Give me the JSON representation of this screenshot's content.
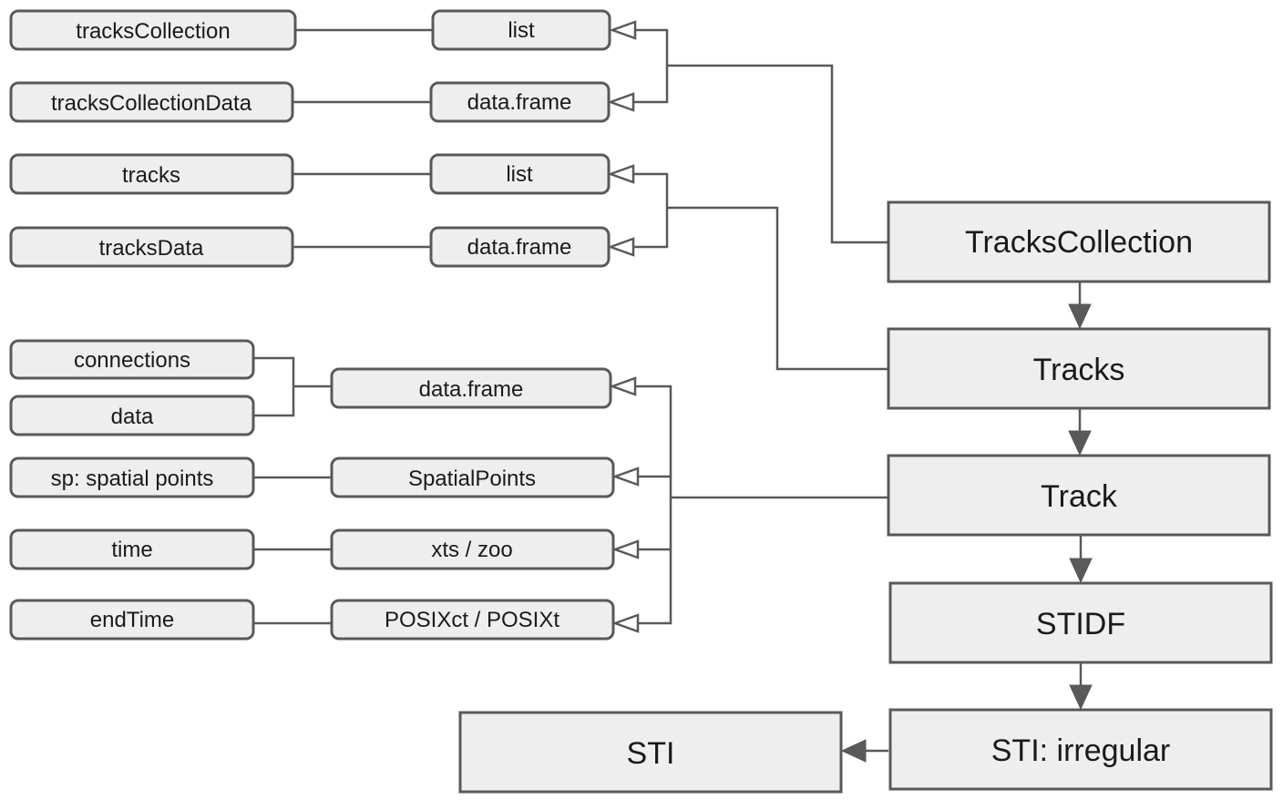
{
  "slots": {
    "tracksCollection": "tracksCollection",
    "tracksCollectionData": "tracksCollectionData",
    "tracks": "tracks",
    "tracksData": "tracksData",
    "connections": "connections",
    "data": "data",
    "sp": "sp: spatial points",
    "time": "time",
    "endTime": "endTime"
  },
  "types": {
    "list1": "list",
    "df1": "data.frame",
    "list2": "list",
    "df2": "data.frame",
    "df3": "data.frame",
    "spatialPoints": "SpatialPoints",
    "xtsZoo": "xts / zoo",
    "posix": "POSIXct / POSIXt"
  },
  "classes": {
    "tracksCollection": "TracksCollection",
    "tracks": "Tracks",
    "track": "Track",
    "stidf": "STIDF",
    "stiIrregular": "STI: irregular",
    "sti": "STI"
  }
}
